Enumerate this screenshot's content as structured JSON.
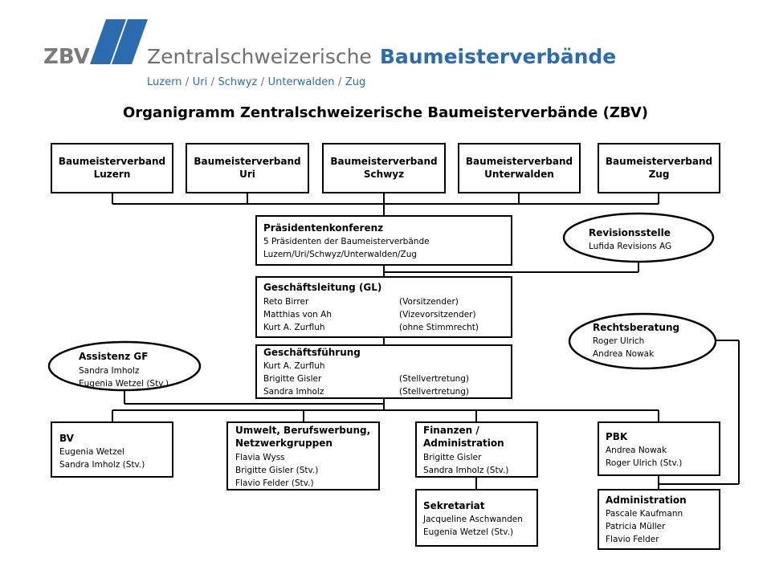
{
  "logo": {
    "abbr": "ZBV",
    "name_regular": "Zentralschweizerische",
    "name_bold": "Baumeisterverbände",
    "regions": [
      "Luzern",
      "Uri",
      "Schwyz",
      "Unterwalden",
      "Zug"
    ],
    "separator": "/",
    "brand_color": "#2b6cb0"
  },
  "title": "Organigramm Zentralschweizerische Baumeisterverbände (ZBV)",
  "members": [
    {
      "line1": "Baumeisterverband",
      "line2": "Luzern"
    },
    {
      "line1": "Baumeisterverband",
      "line2": "Uri"
    },
    {
      "line1": "Baumeisterverband",
      "line2": "Schwyz"
    },
    {
      "line1": "Baumeisterverband",
      "line2": "Unterwalden"
    },
    {
      "line1": "Baumeisterverband",
      "line2": "Zug"
    }
  ],
  "praesidentenkonferenz": {
    "title": "Präsidentenkonferenz",
    "lines": [
      "5 Präsidenten der Baumeisterverbände",
      "Luzern/Uri/Schwyz/Unterwalden/Zug"
    ]
  },
  "revisionsstelle": {
    "title": "Revisionsstelle",
    "lines": [
      "Lufida Revisions AG"
    ]
  },
  "geschaeftsleitung": {
    "title": "Geschäftsleitung (GL)",
    "rows": [
      {
        "name": "Reto Birrer",
        "role": "(Vorsitzender)"
      },
      {
        "name": "Matthias von Ah",
        "role": "(Vizevorsitzender)"
      },
      {
        "name": "Kurt A. Zurfluh",
        "role": "(ohne Stimmrecht)"
      }
    ]
  },
  "rechtsberatung": {
    "title": "Rechtsberatung",
    "lines": [
      "Roger Ulrich",
      "Andrea Nowak"
    ]
  },
  "geschaeftsfuehrung": {
    "title": "Geschäftsführung",
    "rows": [
      {
        "name": "Kurt A. Zurfluh",
        "role": ""
      },
      {
        "name": "Brigitte Gisler",
        "role": "(Stellvertretung)"
      },
      {
        "name": "Sandra Imholz",
        "role": "(Stellvertretung)"
      }
    ]
  },
  "assistenz": {
    "title": "Assistenz GF",
    "lines": [
      "Sandra Imholz",
      "Eugenia Wetzel (Stv.)"
    ]
  },
  "bv": {
    "title": "BV",
    "lines": [
      "Eugenia Wetzel",
      "Sandra Imholz (Stv.)"
    ]
  },
  "umwelt": {
    "title_lines": [
      "Umwelt, Berufswerbung,",
      "Netzwerkgruppen"
    ],
    "lines": [
      "Flavia Wyss",
      "Brigitte Gisler (Stv.)",
      "Flavio Felder (Stv.)"
    ]
  },
  "finanzen": {
    "title_lines": [
      "Finanzen /",
      "Administration"
    ],
    "lines": [
      "Brigitte Gisler",
      "Sandra Imholz (Stv.)"
    ]
  },
  "pbk": {
    "title": "PBK",
    "lines": [
      "Andrea Nowak",
      "Roger Ulrich (Stv.)"
    ]
  },
  "sekretariat": {
    "title": "Sekretariat",
    "lines": [
      "Jacqueline Aschwanden",
      "Eugenia Wetzel (Stv.)"
    ]
  },
  "administration": {
    "title": "Administration",
    "lines": [
      "Pascale Kaufmann",
      "Patricia Müller",
      "Flavio Felder"
    ]
  }
}
